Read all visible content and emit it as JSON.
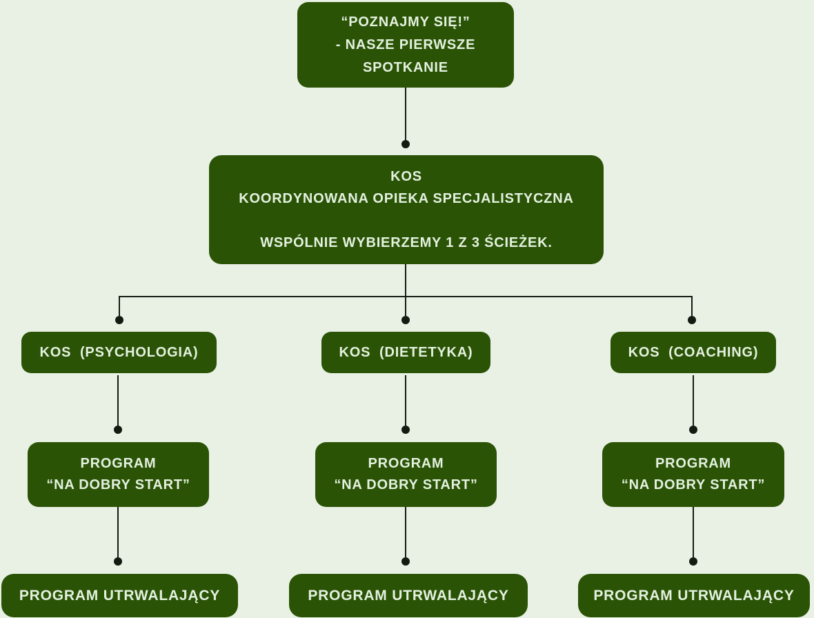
{
  "diagram": {
    "title": "KOS care-path flowchart",
    "colors": {
      "background": "#e9f1e4",
      "node_fill": "#2a5306",
      "node_text": "#e4f1df",
      "connector": "#141a11"
    },
    "nodes": {
      "intro": {
        "lines": [
          "“POZNAJMY SIĘ!”",
          "- NASZE PIERWSZE",
          "SPOTKANIE"
        ]
      },
      "kos": {
        "lines": [
          "KOS",
          "KOORDYNOWANA OPIEKA SPECJALISTYCZNA",
          "WSPÓLNIE WYBIERZEMY 1 Z 3 ŚCIEŻEK."
        ]
      },
      "path_psychologia": {
        "label": "KOS  (PSYCHOLOGIA)"
      },
      "path_dietetyka": {
        "label": "KOS  (DIETETYKA)"
      },
      "path_coaching": {
        "label": "KOS  (COACHING)"
      },
      "program_start": {
        "lines": [
          "PROGRAM",
          "“NA DOBRY START”"
        ]
      },
      "program_utrwalajacy": {
        "label": "PROGRAM UTRWALAJĄCY"
      }
    },
    "edges": [
      "intro -> kos",
      "kos -> path_psychologia",
      "kos -> path_dietetyka",
      "kos -> path_coaching",
      "path_psychologia -> program_start",
      "path_dietetyka -> program_start",
      "path_coaching -> program_start",
      "program_start -> program_utrwalajacy (x3)"
    ]
  }
}
